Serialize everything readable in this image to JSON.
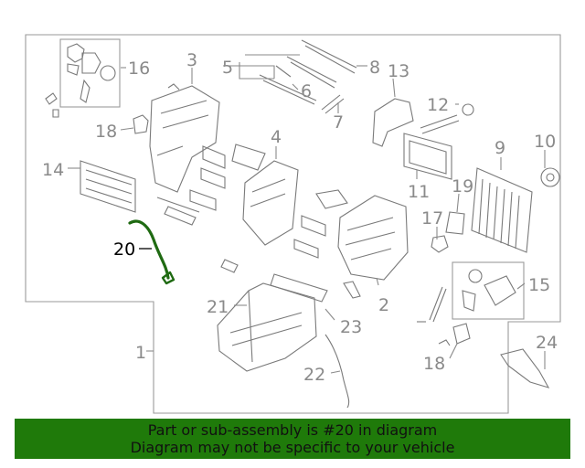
{
  "diagram": {
    "callouts": [
      {
        "id": "1",
        "label": "1"
      },
      {
        "id": "2",
        "label": "2"
      },
      {
        "id": "3",
        "label": "3"
      },
      {
        "id": "4",
        "label": "4"
      },
      {
        "id": "5",
        "label": "5"
      },
      {
        "id": "6",
        "label": "6"
      },
      {
        "id": "7",
        "label": "7"
      },
      {
        "id": "8",
        "label": "8"
      },
      {
        "id": "9",
        "label": "9"
      },
      {
        "id": "10",
        "label": "10"
      },
      {
        "id": "11",
        "label": "11"
      },
      {
        "id": "12",
        "label": "12"
      },
      {
        "id": "13",
        "label": "13"
      },
      {
        "id": "14",
        "label": "14"
      },
      {
        "id": "15",
        "label": "15"
      },
      {
        "id": "16",
        "label": "16"
      },
      {
        "id": "17",
        "label": "17"
      },
      {
        "id": "18a",
        "label": "18"
      },
      {
        "id": "18b",
        "label": "18"
      },
      {
        "id": "19",
        "label": "19"
      },
      {
        "id": "20",
        "label": "20"
      },
      {
        "id": "21",
        "label": "21"
      },
      {
        "id": "22",
        "label": "22"
      },
      {
        "id": "23",
        "label": "23"
      },
      {
        "id": "24",
        "label": "24"
      }
    ],
    "highlighted_part": "20",
    "highlight_color": "#1f6a12",
    "line_color": "#9a9a9a"
  },
  "banner": {
    "line1": "Part or sub-assembly is #20 in diagram",
    "line2": "Diagram may not be specific to your vehicle",
    "background": "#1f7a0a"
  }
}
